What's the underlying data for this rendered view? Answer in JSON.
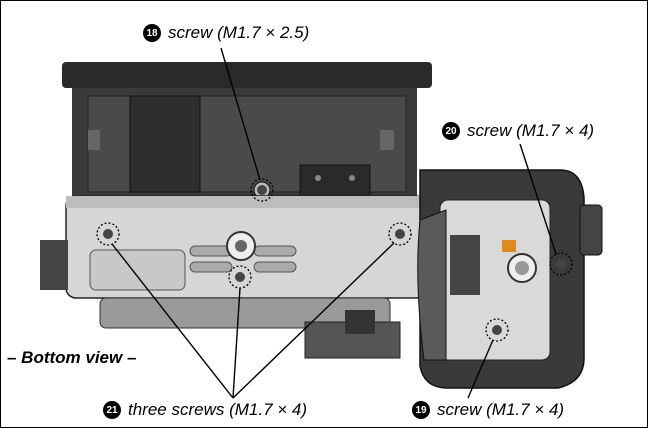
{
  "view_label": "– Bottom view –",
  "callouts": {
    "c18": {
      "number": "18",
      "text": "screw (M1.7 × 2.5)"
    },
    "c20": {
      "number": "20",
      "text": "screw (M1.7 × 4)"
    },
    "c21": {
      "number": "21",
      "text": "three screws (M1.7 × 4)"
    },
    "c19": {
      "number": "19",
      "text": "screw (M1.7 × 4)"
    }
  },
  "colors": {
    "body": "#d6d6d6",
    "dark": "#2a2a2a",
    "mid": "#8a8a8a",
    "accent": "#e08a1e"
  }
}
